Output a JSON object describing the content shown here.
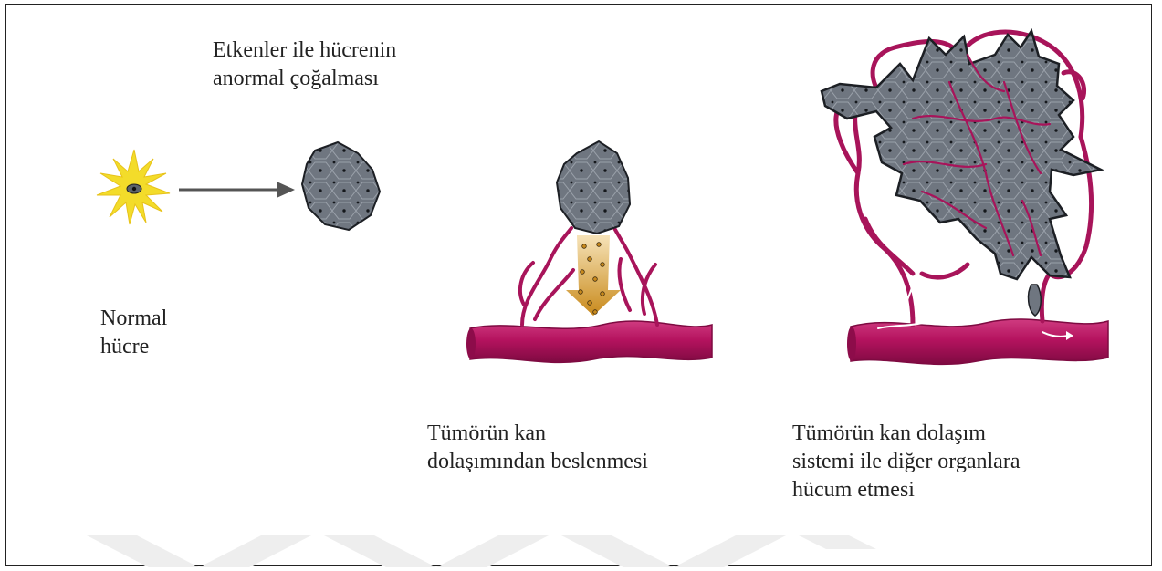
{
  "labels": {
    "abnormal_growth": "Etkenler ile hücrenin\nanormal çoğalması",
    "normal_cell": "Normal\nhücre",
    "tumor_feeding": "Tümörün kan\ndolaşımından beslenmesi",
    "tumor_invasion": "Tümörün kan dolaşım\nsistemi ile diğer organlara\nhücum etmesi"
  },
  "colors": {
    "vessel": "#b5135f",
    "vessel_dark": "#7e0a41",
    "cell_fill": "#6f7680",
    "cell_line": "#1c1f24",
    "star": "#f3dc2a",
    "nutrient_arrow": "#d39a2a",
    "growth_arrow": "#555555",
    "watermark": "#eeeeee"
  }
}
